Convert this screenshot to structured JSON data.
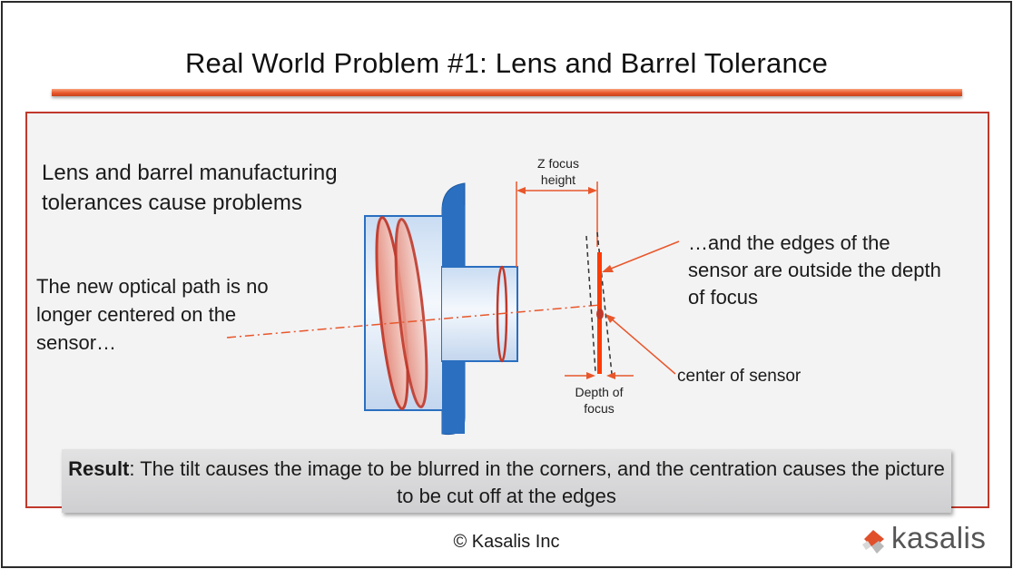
{
  "title": "Real World Problem #1: Lens and Barrel Tolerance",
  "text": {
    "lens_tolerance": "Lens and barrel manufacturing tolerances cause problems",
    "optical_path": "The new optical path is no longer centered on the sensor…",
    "edges": "…and the edges of the sensor are outside the depth of focus",
    "center_sensor": "center of sensor",
    "z_focus": "Z focus height",
    "depth_focus": "Depth of focus"
  },
  "result": {
    "label": "Result",
    "text": ": The tilt causes the image to be blurred in the corners, and the centration causes the picture to be cut off at the edges"
  },
  "footer": {
    "copyright": "© Kasalis  Inc",
    "logo_text": "kasalis"
  },
  "colors": {
    "accent": "#e8572b",
    "panel_border": "#c0392b",
    "barrel_blue": "#2a6fc0",
    "sensor": "#ff3b00"
  }
}
